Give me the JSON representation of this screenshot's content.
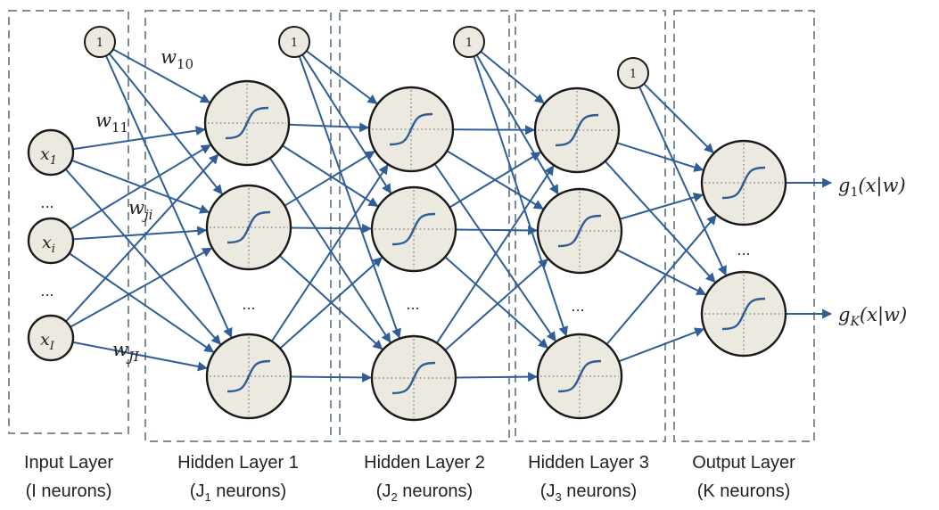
{
  "diagram": {
    "title": "Feed-forward neural network with three hidden layers",
    "colors": {
      "edge": "#2f5d95",
      "neuron_fill": "#eceae0",
      "neuron_stroke": "#1a1a1a",
      "layer_box": "#7f8c9a",
      "text": "#222222"
    },
    "bias_label": "1",
    "ellipsis": "...",
    "layers": [
      {
        "id": "input",
        "title": "Input Layer",
        "subtitle_pre": "(I neurons)",
        "subtitle_sub": "",
        "subtitle_post": ""
      },
      {
        "id": "hidden1",
        "title": "Hidden Layer 1",
        "subtitle_pre": "(J",
        "subtitle_sub": "1",
        "subtitle_post": " neurons)"
      },
      {
        "id": "hidden2",
        "title": "Hidden Layer 2",
        "subtitle_pre": "(J",
        "subtitle_sub": "2",
        "subtitle_post": " neurons)"
      },
      {
        "id": "hidden3",
        "title": "Hidden Layer 3",
        "subtitle_pre": "(J",
        "subtitle_sub": "3",
        "subtitle_post": " neurons)"
      },
      {
        "id": "output",
        "title": "Output Layer",
        "subtitle_pre": "(K neurons)",
        "subtitle_sub": "",
        "subtitle_post": ""
      }
    ],
    "inputs": [
      {
        "base": "x",
        "sub": "1"
      },
      {
        "base": "x",
        "sub": "i"
      },
      {
        "base": "x",
        "sub": "I"
      }
    ],
    "weights": [
      {
        "base": "w",
        "sub": "10"
      },
      {
        "base": "w",
        "sub": "11"
      },
      {
        "base": "w",
        "sub": "ji"
      },
      {
        "base": "w",
        "sub": "JI"
      }
    ],
    "outputs": [
      {
        "base": "g",
        "sub": "1",
        "arg": "(x|w)"
      },
      {
        "base": "g",
        "sub": "K",
        "arg": "(x|w)"
      }
    ]
  }
}
